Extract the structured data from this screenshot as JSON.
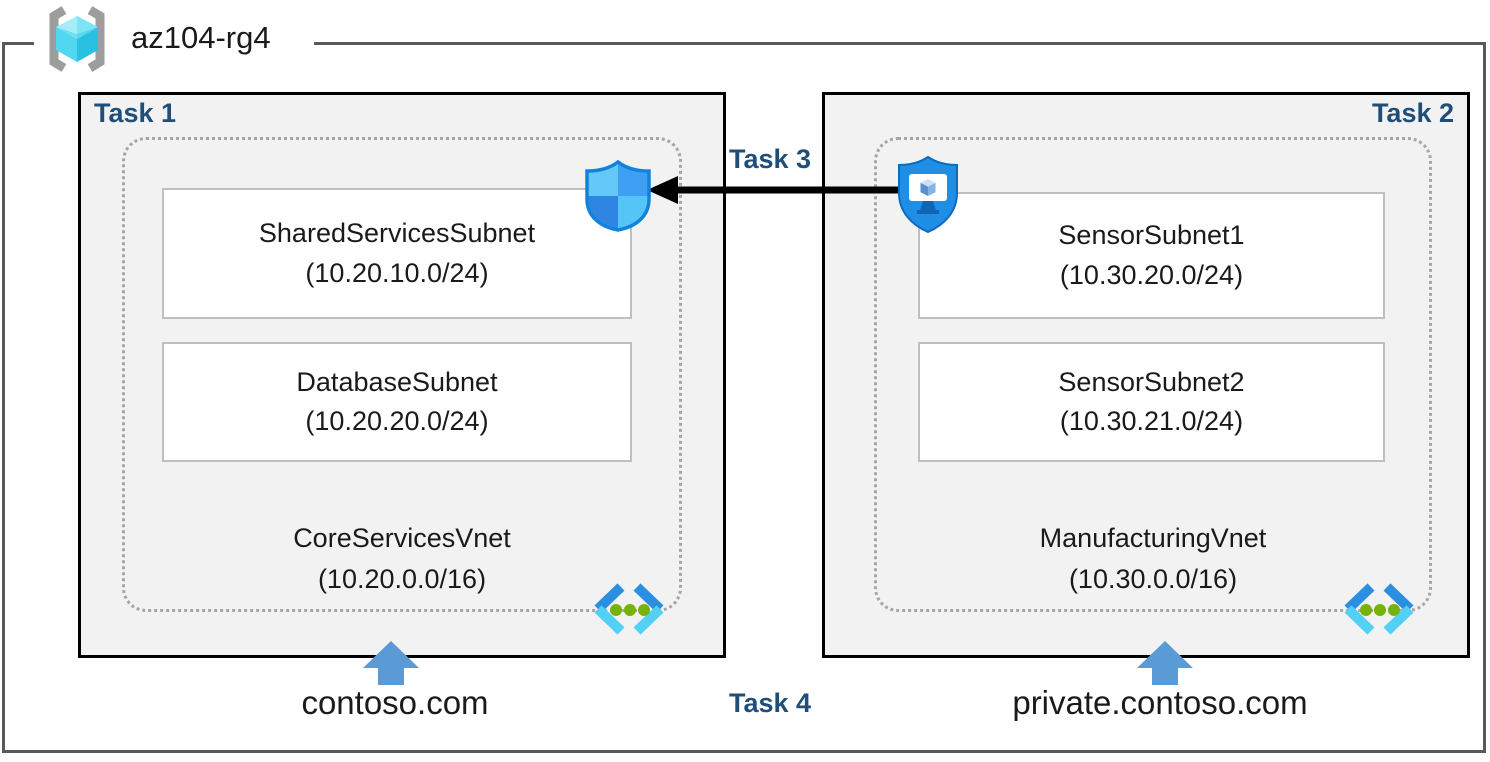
{
  "resource_group": {
    "name": "az104-rg4"
  },
  "tasks": {
    "task1_label": "Task 1",
    "task2_label": "Task 2",
    "task3_label": "Task 3",
    "task4_label": "Task 4"
  },
  "left_vnet": {
    "subnets": [
      {
        "name": "SharedServicesSubnet",
        "cidr": "(10.20.10.0/24)"
      },
      {
        "name": "DatabaseSubnet",
        "cidr": "(10.20.20.0/24)"
      }
    ],
    "vnet_name": "CoreServicesVnet",
    "vnet_cidr": "(10.20.0.0/16)",
    "dns_domain": "contoso.com"
  },
  "right_vnet": {
    "subnets": [
      {
        "name": "SensorSubnet1",
        "cidr": "(10.30.20.0/24)"
      },
      {
        "name": "SensorSubnet2",
        "cidr": "(10.30.21.0/24)"
      }
    ],
    "vnet_name": "ManufacturingVnet",
    "vnet_cidr": "(10.30.0.0/16)",
    "dns_domain": "private.contoso.com"
  },
  "icons": {
    "resource_group": "resource-group-icon",
    "network_security_group": "nsg-shield-icon",
    "shield_monitor": "shield-monitor-icon",
    "virtual_network": "virtual-network-icon",
    "up_arrow": "up-arrow-icon",
    "peering_arrow": "left-arrow-icon"
  },
  "colors": {
    "task_label_navy": "#1F4E79",
    "box_background": "#F2F2F2",
    "box_border": "#000000",
    "outer_border": "#595959",
    "dashed_border": "#A6A6A6",
    "subnet_border": "#BFBFBF",
    "up_arrow_blue": "#5B9BD5",
    "arrow_black": "#000000",
    "azure_blue": "#1B8FE4",
    "vnet_green_dots": "#76B900",
    "vnet_cyan": "#50D7F5"
  }
}
